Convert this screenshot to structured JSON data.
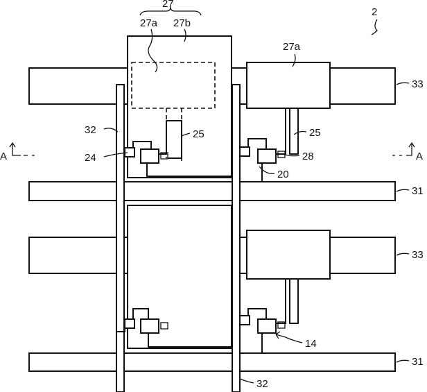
{
  "figure": {
    "ref_2": "2",
    "ref_27": "27",
    "ref_27a_left": "27a",
    "ref_27b": "27b",
    "ref_27a_right": "27a",
    "ref_25_left": "25",
    "ref_25_right": "25",
    "ref_32_top": "32",
    "ref_32_bottom": "32",
    "ref_24": "24",
    "ref_28": "28",
    "ref_20": "20",
    "ref_14": "14",
    "ref_33_top": "33",
    "ref_33_bottom": "33",
    "ref_31_top": "31",
    "ref_31_bottom": "31",
    "section_left": "A",
    "section_right": "A"
  }
}
